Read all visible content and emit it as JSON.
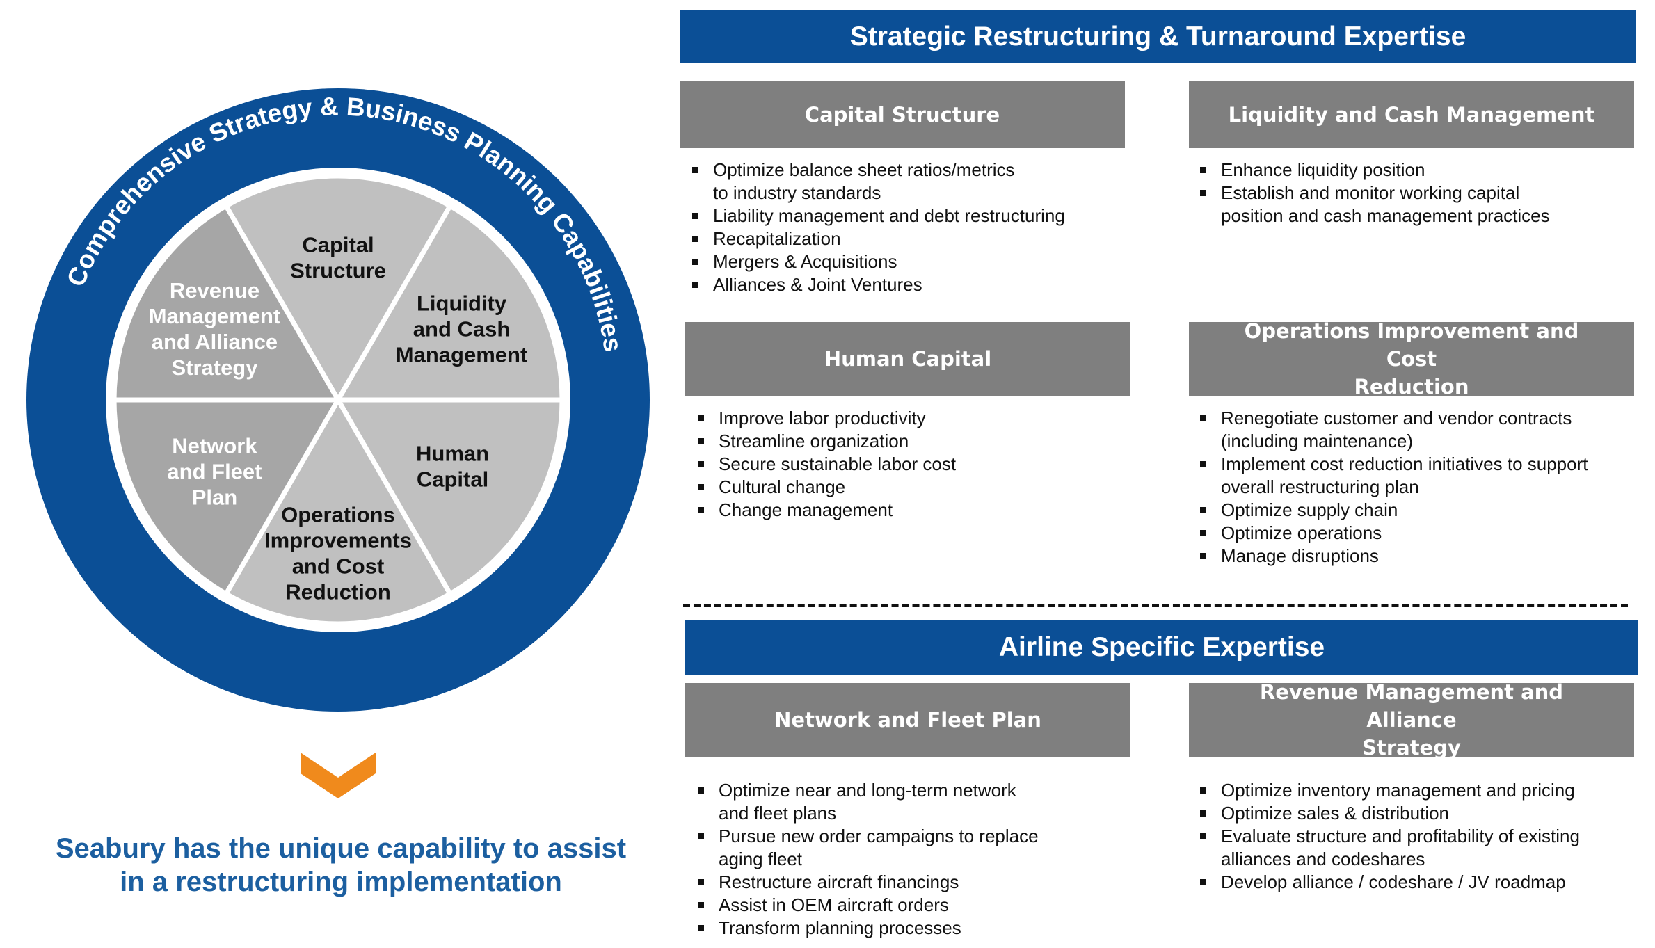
{
  "wheel": {
    "ring_text": "Comprehensive Strategy & Business Planning Capabilities",
    "segments": [
      {
        "lines": [
          "Capital",
          "Structure"
        ],
        "highlight": true
      },
      {
        "lines": [
          "Liquidity",
          "and Cash",
          "Management"
        ],
        "highlight": true
      },
      {
        "lines": [
          "Human",
          "Capital"
        ],
        "highlight": true
      },
      {
        "lines": [
          "Operations",
          "Improvements",
          "and Cost",
          "Reduction"
        ],
        "highlight": true
      },
      {
        "lines": [
          "Network",
          "and Fleet",
          "Plan"
        ],
        "highlight": false
      },
      {
        "lines": [
          "Revenue",
          "Management",
          "and Alliance",
          "Strategy"
        ],
        "highlight": false
      }
    ],
    "arrow_icon": "chevron-down-icon"
  },
  "tagline": {
    "line1": "Seabury has the unique capability to assist",
    "line2": "in a restructuring implementation"
  },
  "strategic": {
    "title": "Strategic Restructuring & Turnaround Expertise",
    "capital": {
      "header": "Capital Structure",
      "bullets": [
        [
          "Optimize balance sheet ratios/metrics",
          "to industry standards"
        ],
        [
          "Liability management and debt restructuring"
        ],
        [
          "Recapitalization"
        ],
        [
          "Mergers & Acquisitions"
        ],
        [
          "Alliances & Joint Ventures"
        ]
      ]
    },
    "liquidity": {
      "header": "Liquidity and Cash Management",
      "bullets": [
        [
          "Enhance liquidity position"
        ],
        [
          "Establish and monitor working capital",
          "position and cash management practices"
        ]
      ]
    },
    "human": {
      "header": "Human Capital",
      "bullets": [
        [
          "Improve labor productivity"
        ],
        [
          "Streamline organization"
        ],
        [
          "Secure sustainable labor cost"
        ],
        [
          "Cultural change"
        ],
        [
          "Change management"
        ]
      ]
    },
    "operations": {
      "header_line1": "Operations Improvement and Cost",
      "header_line2": "Reduction",
      "bullets": [
        [
          "Renegotiate customer and vendor contracts",
          "(including maintenance)"
        ],
        [
          "Implement cost reduction initiatives to support",
          "overall restructuring plan"
        ],
        [
          "Optimize supply chain"
        ],
        [
          "Optimize operations"
        ],
        [
          "Manage disruptions"
        ]
      ]
    }
  },
  "airline": {
    "title": "Airline Specific Expertise",
    "network": {
      "header": "Network and Fleet Plan",
      "bullets": [
        [
          "Optimize near and long-term network",
          "and fleet plans"
        ],
        [
          "Pursue new order campaigns to replace",
          "aging fleet"
        ],
        [
          "Restructure aircraft financings"
        ],
        [
          "Assist in OEM aircraft orders"
        ],
        [
          "Transform planning processes"
        ]
      ]
    },
    "revenue": {
      "header_line1": "Revenue Management and Alliance",
      "header_line2": "Strategy",
      "bullets": [
        [
          "Optimize inventory management and pricing"
        ],
        [
          "Optimize sales & distribution"
        ],
        [
          "Evaluate structure and profitability of existing",
          "alliances and codeshares"
        ],
        [
          "Develop alliance / codeshare / JV roadmap"
        ]
      ]
    }
  },
  "colors": {
    "brand_blue": "#0b4f96",
    "header_gray": "#7f7f7f",
    "segment_gray": "#a6a6a6",
    "segment_highlight": "#c0c0c0",
    "accent_orange": "#f08a1c",
    "tagline_blue": "#1c5fa0"
  }
}
